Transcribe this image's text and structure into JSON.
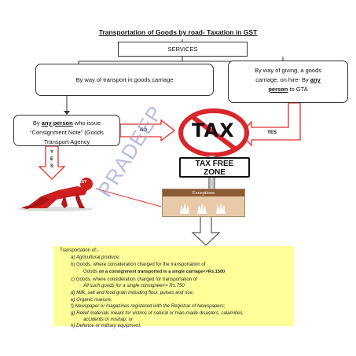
{
  "title": "Transportation of Goods by road- Taxation in GST",
  "services_label": "SERVICES",
  "transport_label": "By way of transport in goods carriage",
  "giving": {
    "line1": "By way of giving, a goods",
    "line2": "carriage, on hire- By",
    "any": "any",
    "person": "person",
    "tail": " to GTA"
  },
  "person_box": {
    "by": "By ",
    "any_person": "any person",
    "rest1": " who issue",
    "line2": "“Consignment Note” (Goods",
    "line3": "Transport Agency"
  },
  "no_label": "NO",
  "yes_right_label": "YES",
  "yes_vertical": [
    "Y",
    "E",
    "S"
  ],
  "tax_sign": "TAX",
  "tax_free_line1": "TAX FREE",
  "tax_free_line2": "ZONE",
  "gst_badge": "GST",
  "exceptions_label": "Exceptions",
  "watermark": "PRADEEP",
  "list": {
    "heading": "Transportation of:-",
    "a": "a)   Agricultural produce;",
    "b1": "b)   Goods, where consideration charged for the transportation of",
    "b2a": "Goods ",
    "b2b": "on a consignment transported in a single carriage<=Rs.1500",
    "c1": "c)   Goods, where consideration charged for transportation of",
    "c2": "All such goods for a single consignee<= Rs.750",
    "d": "d)   Milk, salt and food grain including flour, pulses and rice;",
    "e": "e)   Organic manure;",
    "f": "f)    Newspaper or magazines registered with the Registrar of Newspapers;",
    "g1": "g)   Relief materials meant for victims of natural or man-made disasters, calamities,",
    "g2": "accidents or mishap; or",
    "h": "h)   Defence or military equipment."
  },
  "colors": {
    "arrow_red": "#e0302a",
    "list_bg": "#ffff9a",
    "sign_red": "#d9262c",
    "exceptions_bg": "#e8c9a8",
    "figure_red": "#cc1f1f"
  }
}
